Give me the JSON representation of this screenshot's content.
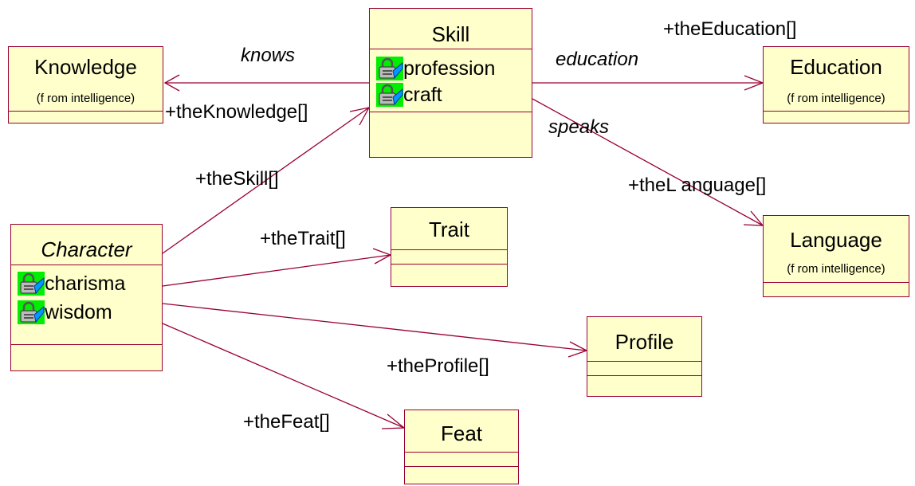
{
  "classes": {
    "skill": {
      "name": "Skill",
      "attributes": [
        {
          "label": "profession",
          "icon": "lock-key-icon"
        },
        {
          "label": "craft",
          "icon": "lock-key-icon"
        }
      ]
    },
    "knowledge": {
      "name": "Knowledge",
      "package": "(f rom intelligence)"
    },
    "education": {
      "name": "Education",
      "package": "(f rom intelligence)"
    },
    "character": {
      "name": "Character",
      "attributes": [
        {
          "label": "charisma",
          "icon": "lock-key-icon"
        },
        {
          "label": "wisdom",
          "icon": "lock-key-icon"
        }
      ]
    },
    "trait": {
      "name": "Trait"
    },
    "language": {
      "name": "Language",
      "package": "(f rom intelligence)"
    },
    "profile": {
      "name": "Profile"
    },
    "feat": {
      "name": "Feat"
    }
  },
  "associations": {
    "knows": {
      "name": "knows",
      "role": "+theKnowledge[]"
    },
    "education": {
      "name": "education",
      "role": "+theEducation[]"
    },
    "speaks": {
      "name": "speaks",
      "role": "+theL anguage[]"
    },
    "skill": {
      "role": "+theSkill[]"
    },
    "trait": {
      "role": "+theTrait[]"
    },
    "profile": {
      "role": "+theProfile[]"
    },
    "feat": {
      "role": "+theFeat[]"
    }
  },
  "colors": {
    "line": "#990033",
    "class_fill": "#ffffcc",
    "icon_bg": "#00ee00"
  }
}
